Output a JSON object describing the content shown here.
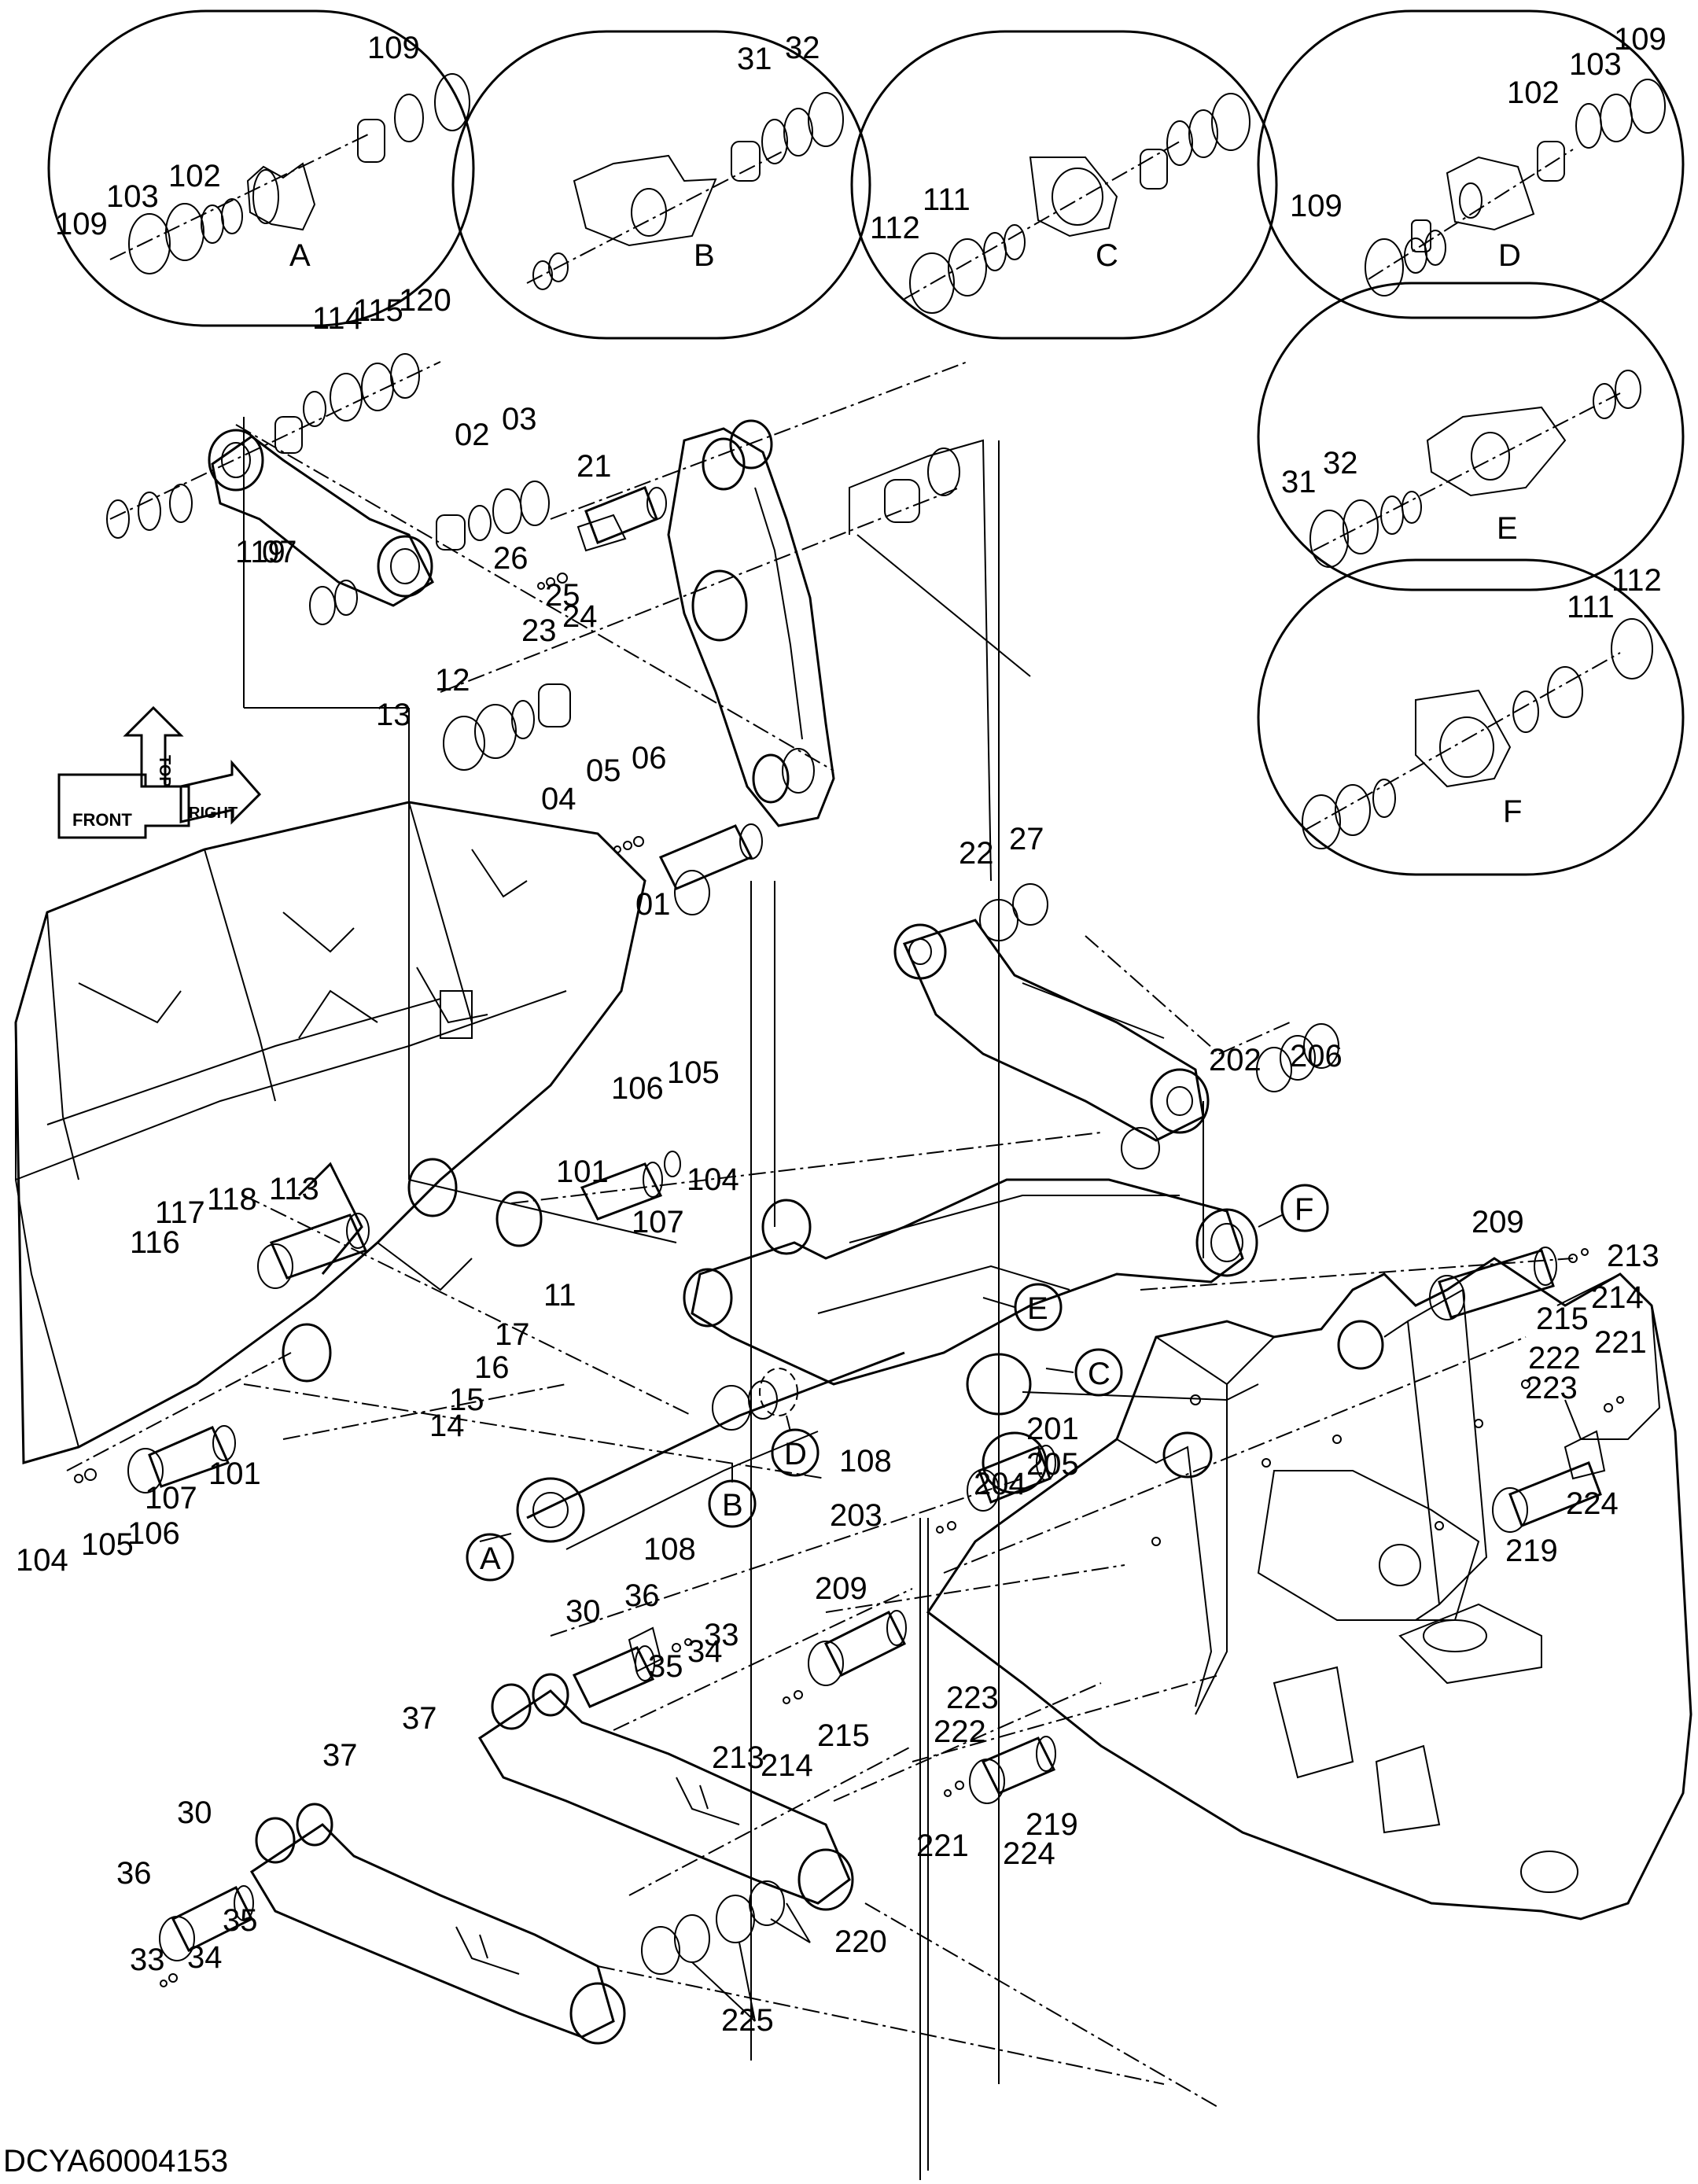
{
  "figure_code": "DCYA60004153",
  "orientation_arrows": {
    "front": "FRONT",
    "top": "TOP",
    "right": "RIGHT"
  },
  "detail_views": [
    {
      "letter": "A",
      "callouts": [
        "109",
        "103",
        "102",
        "109"
      ]
    },
    {
      "letter": "B",
      "callouts": [
        "31",
        "32"
      ]
    },
    {
      "letter": "C",
      "callouts": [
        "112",
        "111"
      ]
    },
    {
      "letter": "D",
      "callouts": [
        "109",
        "103",
        "102",
        "109"
      ]
    },
    {
      "letter": "E",
      "callouts": [
        "31",
        "32"
      ]
    },
    {
      "letter": "F",
      "callouts": [
        "111",
        "112"
      ]
    }
  ],
  "section_markers": [
    "A",
    "B",
    "C",
    "D",
    "E",
    "F"
  ],
  "callouts": [
    "114",
    "115",
    "120",
    "119",
    "07",
    "02",
    "03",
    "21",
    "26",
    "25",
    "24",
    "23",
    "13",
    "12",
    "04",
    "05",
    "06",
    "01",
    "22",
    "27",
    "202",
    "206",
    "101",
    "106",
    "105",
    "107",
    "104",
    "117",
    "118",
    "113",
    "116",
    "209",
    "213",
    "214",
    "215",
    "11",
    "17",
    "16",
    "15",
    "14",
    "222",
    "221",
    "223",
    "108",
    "201",
    "205",
    "204",
    "203",
    "224",
    "219",
    "104",
    "105",
    "106",
    "107",
    "101",
    "108",
    "30",
    "36",
    "33",
    "35",
    "34",
    "37",
    "209",
    "215",
    "213",
    "214",
    "223",
    "222",
    "221",
    "224",
    "219",
    "37",
    "30",
    "36",
    "35",
    "33",
    "34",
    "220",
    "225"
  ]
}
